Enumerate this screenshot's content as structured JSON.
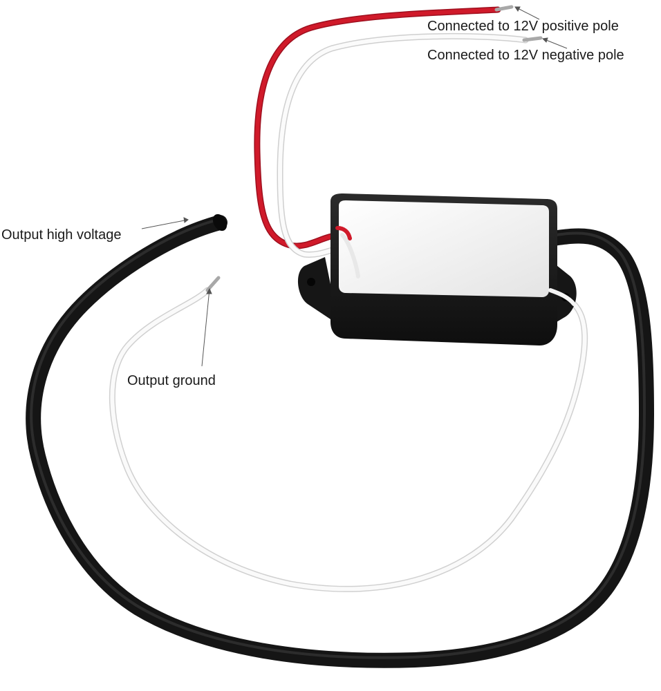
{
  "labels": {
    "positive": "Connected to 12V positive pole",
    "negative": "Connected to 12V negative pole",
    "high_voltage": "Output high voltage",
    "ground": "Output ground"
  },
  "colors": {
    "red_wire": "#d01a2a",
    "white_wire": "#f4f4f4",
    "black_cable": "#151515",
    "module_body": "#1c1c1c",
    "module_face": "#f2f2f2",
    "background": "#ffffff"
  }
}
